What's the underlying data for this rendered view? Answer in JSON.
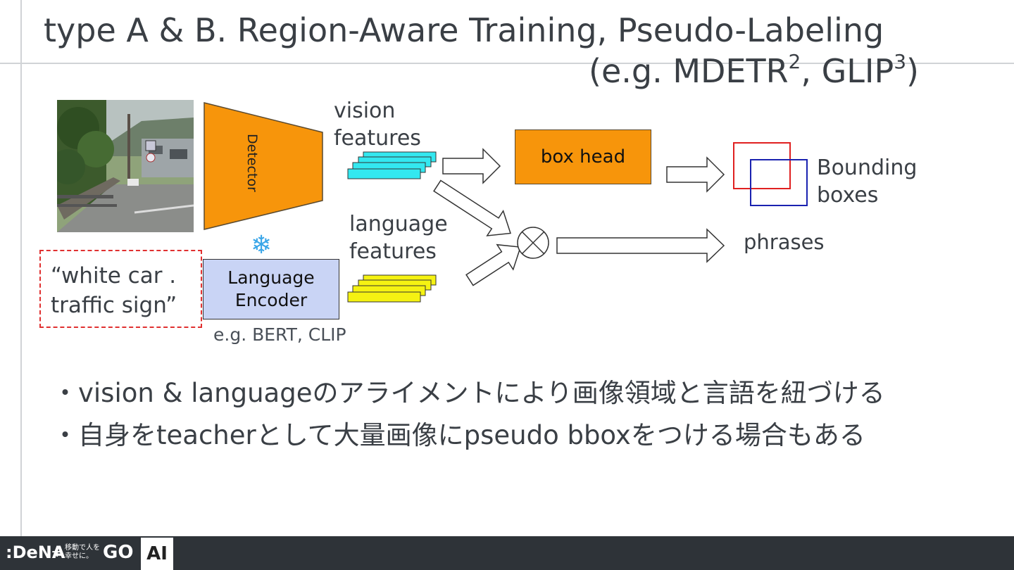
{
  "title": {
    "line1": "type A & B. Region-Aware Training, Pseudo-Labeling",
    "line2_prefix": "(e.g. MDETR",
    "sup1": "2",
    "line2_mid": ", GLIP",
    "sup2": "3",
    "line2_suffix": ")"
  },
  "diagram": {
    "detector": "Detector",
    "vision_features": [
      "vision",
      "features"
    ],
    "box_head": "box head",
    "bounding_boxes": [
      "Bounding",
      "boxes"
    ],
    "language_features": [
      "language",
      "features"
    ],
    "phrases": "phrases",
    "language_encoder": [
      "Language",
      "Encoder"
    ],
    "encoder_examples": "e.g. BERT, CLIP",
    "input_text": [
      "“white car .",
      "traffic sign”"
    ],
    "frozen_icon": "snowflake-icon",
    "combine_icon": "circled-times-icon",
    "colors": {
      "orange": "#f7950b",
      "cyan": "#33e8f0",
      "yellow": "#f5f212",
      "encoder": "#c9d4f5",
      "red_box": "#e02020",
      "blue_box": "#1a22b0"
    }
  },
  "bullets": [
    "・vision & languageのアライメントにより画像領域と言語を紐づける",
    "・自身をteacherとして大量画像にpseudo bboxをつける場合もある"
  ],
  "footer": {
    "brand1": ":DeNA",
    "plus": "+",
    "tagline": "移動で人を幸せに。",
    "brand2": "GO",
    "tag": "AI"
  }
}
